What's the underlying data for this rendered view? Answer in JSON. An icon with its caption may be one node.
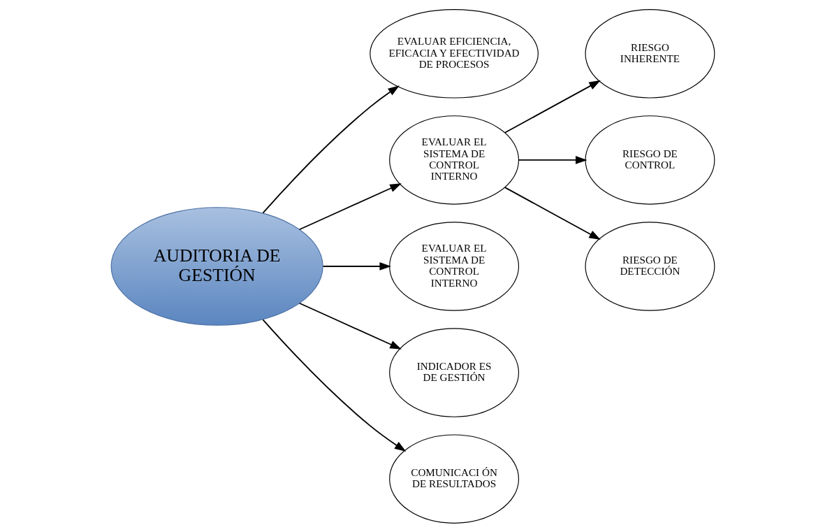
{
  "diagram": {
    "nodes": [
      {
        "text": [
          "AUDITORIA DE GESTIÓN"
        ]
      },
      {
        "text": [
          "EVALUAR EFICIENCIA, EFICACIA Y EFECTIVIDAD DE PROCESOS"
        ]
      },
      {
        "text": [
          "RIESGO INHERENTE"
        ]
      },
      {
        "text": [
          "RIESGO DE CONTROL"
        ]
      },
      {
        "text": [
          "EVALUAR EL SISTEMA DE CONTROL INTERNO"
        ]
      },
      {
        "text": [
          "RIESGO DE DETECCIÓN"
        ]
      },
      {
        "text": [
          "EVALUAR EL SISTEMA DE CONTROL INTERNO"
        ]
      },
      {
        "text": [
          "INDICADOR ES DE GESTIÓN"
        ]
      },
      {
        "text": [
          "COMUNICACI ÓN DE RESULTADOS"
        ]
      }
    ],
    "edges": [
      {
        "from": 0,
        "to": 1,
        "arrow": "to"
      },
      {
        "from": 0,
        "to": 4,
        "arrow": "to"
      },
      {
        "from": 4,
        "to": 2,
        "arrow": "to"
      },
      {
        "from": 4,
        "to": 3,
        "arrow": "to"
      },
      {
        "from": 4,
        "to": 5,
        "arrow": "to"
      },
      {
        "from": 0,
        "to": 6,
        "arrow": "to"
      },
      {
        "from": 0,
        "to": 7,
        "arrow": "to"
      },
      {
        "from": 0,
        "to": 8,
        "arrow": "to"
      }
    ]
  }
}
